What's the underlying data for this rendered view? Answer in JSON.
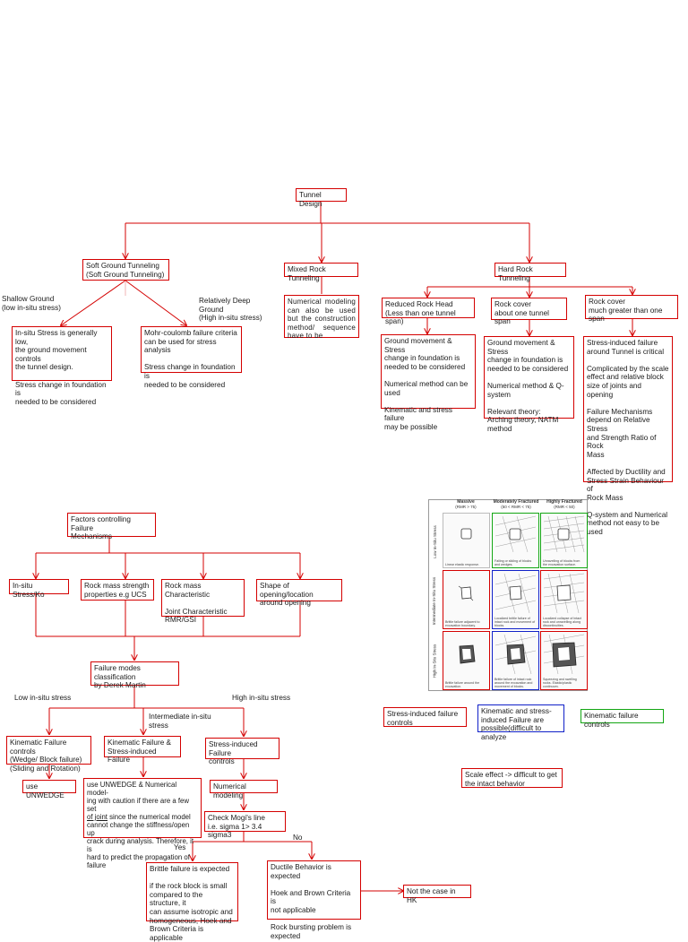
{
  "top": {
    "tunnel_design": "Tunnel Design",
    "soft_ground": "Soft Ground Tunneling\n(Soft Ground Tunneling)",
    "mixed_rock": "Mixed Rock Tunneling",
    "hard_rock": "Hard Rock Tunneling",
    "shallow_ground_label": "Shallow Ground\n(low in-situ stress)",
    "relatively_deep_label": "Relatively Deep\nGround\n(High in-situ stress)",
    "shallow_box": "In-situ Stress is generally low,\nthe ground movement controls\nthe tunnel design.\n\nStress change in foundation is\nneeded to be considered",
    "deep_box": "Mohr-coulomb failure criteria\ncan be used for stress analysis\n\nStress change in foundation is\nneeded to be considered",
    "mixed_box": "Numerical modeling can also be used but the construction method/ sequence have to be",
    "reduced_head": "Reduced Rock Head\n(Less than one tunnel span)",
    "cover_one_span": "Rock cover\nabout one tunnel span",
    "cover_greater": "Rock cover\nmuch greater than one span",
    "reduced_box": "Ground movement & Stress\nchange in foundation is\nneeded to be considered\n\nNumerical method can be\nused\n\nKinematic and stress failure\nmay be possible",
    "one_span_box": "Ground movement & Stress\nchange in foundation is\nneeded to be considered\n\nNumerical method & Q-\nsystem\n\nRelevant theory:\nArching theory, NATM\nmethod",
    "greater_box": "Stress-induced failure\naround Tunnel is critical\n\nComplicated by the scale\neffect and relative block\nsize of joints and opening\n\nFailure Mechanisms\ndepend on Relative Stress\nand Strength Ratio of Rock\nMass\n\nAffected by Ductility and\nStress Strain Behaviour of\nRock Mass\n\nQ-system and Numerical\nmethod not easy to be used"
  },
  "bottom": {
    "factors": "Factors controlling Failure\nMechanisms",
    "insitu_ko": "In-situ Stress/Ko",
    "rock_mass_strength": "Rock mass strength\nproperties e.g UCS",
    "rock_mass_char": "Rock mass Characteristic\n\nJoint Characteristic\nRMR/GSI",
    "shape_opening": "Shape of opening/location\naround opening",
    "failure_modes": "Failure modes classification\nby Derek Martin",
    "low_label": "Low in-situ stress",
    "intermediate_label": "Intermediate in-situ\nstress",
    "high_label": "High in-situ stress",
    "kinematic_controls": "Kinematic Failure controls\n(Wedge/ Block failure)\n(Sliding and Rotation)",
    "kinematic_stress": "Kinematic Failure &\nStress-induced Failure",
    "stress_controls": "Stress-induced Failure\ncontrols",
    "use_unwedge": "use UNWEDGE",
    "unwedge_numerical_pre": "use UNWEDGE & Numerical model-\ning with caution if there are a few set\n",
    "unwedge_numerical_u": "of joint",
    "unwedge_numerical_post": " since the numerical model\ncannot change the stiffness/open up\ncrack during analysis. Therefore, it is\nhard to predict the propagation of\nfailure",
    "numerical_modeling": "Numerical modeling",
    "mogi_check": "Check Mogi's line\ni.e. sigma 1> 3.4 sigma3",
    "yes_label": "Yes",
    "no_label": "No",
    "brittle_box": "Brittle failure is expected\n\nif the rock block is small\ncompared to the structure, it\ncan assume isotropic and\nhomogeneous, Hoek and\nBrown Criteria is applicable",
    "ductile_box": "Ductile Behavior is expected\n\nHoek and Brown Criteria is\nnot applicable\n\nRock bursting problem is\nexpected",
    "not_hk": "Not the case in HK"
  },
  "legend": {
    "stress_induced": "Stress-induced failure\ncontrols",
    "kinematic_and_stress": "Kinematic and stress-\ninduced Failure are\npossible(difficult to analyze",
    "kinematic": "Kinematic failure controls",
    "scale_effect": "Scale effect -> difficult to get\nthe intact behavior"
  },
  "matrix": {
    "col_headers": [
      "Massive",
      "Moderately Fractured",
      "Highly Fractured"
    ],
    "col_sub": [
      "(RMR > 75)",
      "(50 < RMR < 75)",
      "(RMR < 50)"
    ],
    "row_headers": [
      "Low In-Situ Stress",
      "Intermediate In-Situ Stress",
      "High In-Situ Stress"
    ],
    "captions": [
      [
        "Linear elastic response.",
        "Falling or sliding of blocks and wedges.",
        "Unravelling of blocks from the excavation surface."
      ],
      [
        "Brittle failure adjacent to excavation boundary.",
        "Localized brittle failure of intact rock and movement of blocks.",
        "Localized collapse of intact rock and unravelling along discontinuities."
      ],
      [
        "Brittle failure around the excavation.",
        "Brittle failure of intact rock around the excavation and movement of blocks.",
        "Squeezing and swelling rocks. Elastic/plastic continuum."
      ]
    ],
    "cell_colors": [
      [
        "none",
        "green",
        "green"
      ],
      [
        "red",
        "blue",
        "red"
      ],
      [
        "red",
        "blue",
        "red"
      ]
    ]
  }
}
